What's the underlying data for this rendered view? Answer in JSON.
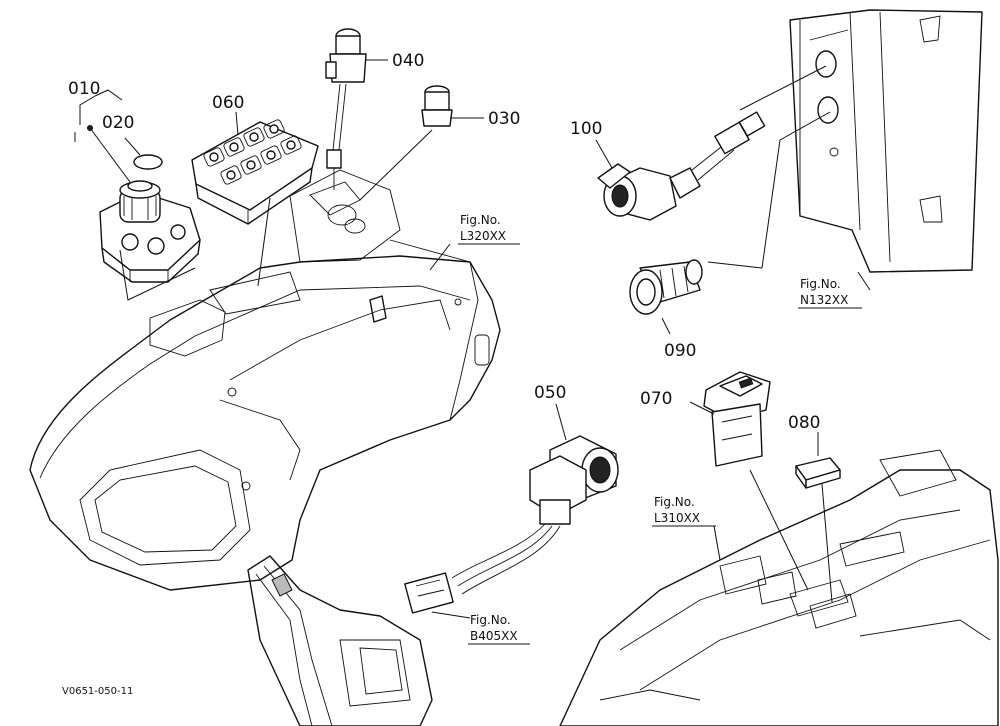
{
  "callouts": {
    "c010": "010",
    "c020": "020",
    "c030": "030",
    "c040": "040",
    "c050": "050",
    "c060": "060",
    "c070": "070",
    "c080": "080",
    "c090": "090",
    "c100": "100"
  },
  "figure_refs": {
    "l320": {
      "line1": "Fig.No.",
      "line2": "L320XX"
    },
    "n132": {
      "line1": "Fig.No.",
      "line2": "N132XX"
    },
    "l310": {
      "line1": "Fig.No.",
      "line2": "L310XX"
    },
    "b405": {
      "line1": "Fig.No.",
      "line2": "B405XX"
    }
  },
  "drawing_code": "V0651-050-11"
}
